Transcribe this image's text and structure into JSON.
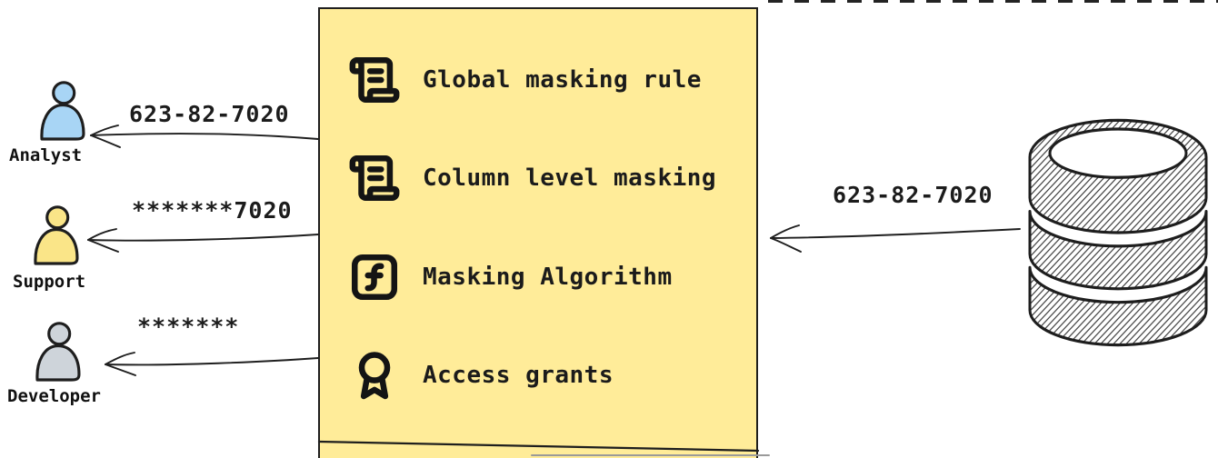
{
  "colors": {
    "outline": "#1e1e1e",
    "panel_background": "#ffec99",
    "analyst_fill": "#a8d5f5",
    "support_fill": "#fae588",
    "developer_fill": "#ced4da"
  },
  "masking_box": {
    "items": [
      {
        "label": "Global masking rule",
        "icon": "scroll-text-icon"
      },
      {
        "label": "Column level masking",
        "icon": "scroll-text-icon"
      },
      {
        "label": "Masking Algorithm",
        "icon": "function-square-icon"
      },
      {
        "label": "Access grants",
        "icon": "award-icon"
      }
    ]
  },
  "personas": [
    {
      "name": "Analyst",
      "received_value": "623-82-7020",
      "fill": "#a8d5f5"
    },
    {
      "name": "Support",
      "received_value": "*******7020",
      "fill": "#fae588"
    },
    {
      "name": "Developer",
      "received_value": "*******",
      "fill": "#ced4da"
    }
  ],
  "database": {
    "icon": "database-icon",
    "original_value": "623-82-7020"
  }
}
